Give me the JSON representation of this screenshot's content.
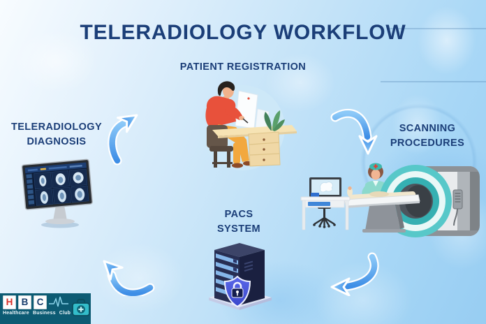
{
  "title": "TELERADIOLOGY WORKFLOW",
  "steps": {
    "registration": {
      "label": "PATIENT REGISTRATION"
    },
    "scanning": {
      "line1": "SCANNING",
      "line2": "PROCEDURES"
    },
    "pacs": {
      "line1": "PACS",
      "line2": "SYSTEM"
    },
    "diagnosis": {
      "line1": "TELERADIOLOGY",
      "line2": "DIAGNOSIS"
    }
  },
  "logo": {
    "letters": [
      "H",
      "B",
      "C"
    ],
    "tagline": "Healthcare Business Club"
  },
  "colors": {
    "heading_text": "#1b3e78",
    "arrow_blue": "#4f9ff0",
    "background_top_left": "#f8fcff",
    "background_bottom_right": "#97cdf2",
    "logo_background": "#0c5b73",
    "logo_letter_h": "#d8322a",
    "logo_letter_bc": "#1a3e6d",
    "shield_blue": "#4a57d6",
    "scanner_teal": "#57c8c9",
    "shirt_red": "#e8513b",
    "pants_yellow": "#f2a83e"
  },
  "icons": [
    "curved-arrow-icon",
    "patient-registration-illustration",
    "scanning-procedures-illustration",
    "pacs-server-illustration",
    "diagnosis-workstation-illustration",
    "shield-lock-icon",
    "brain-icon",
    "ecg-line-icon",
    "medical-bag-icon"
  ]
}
